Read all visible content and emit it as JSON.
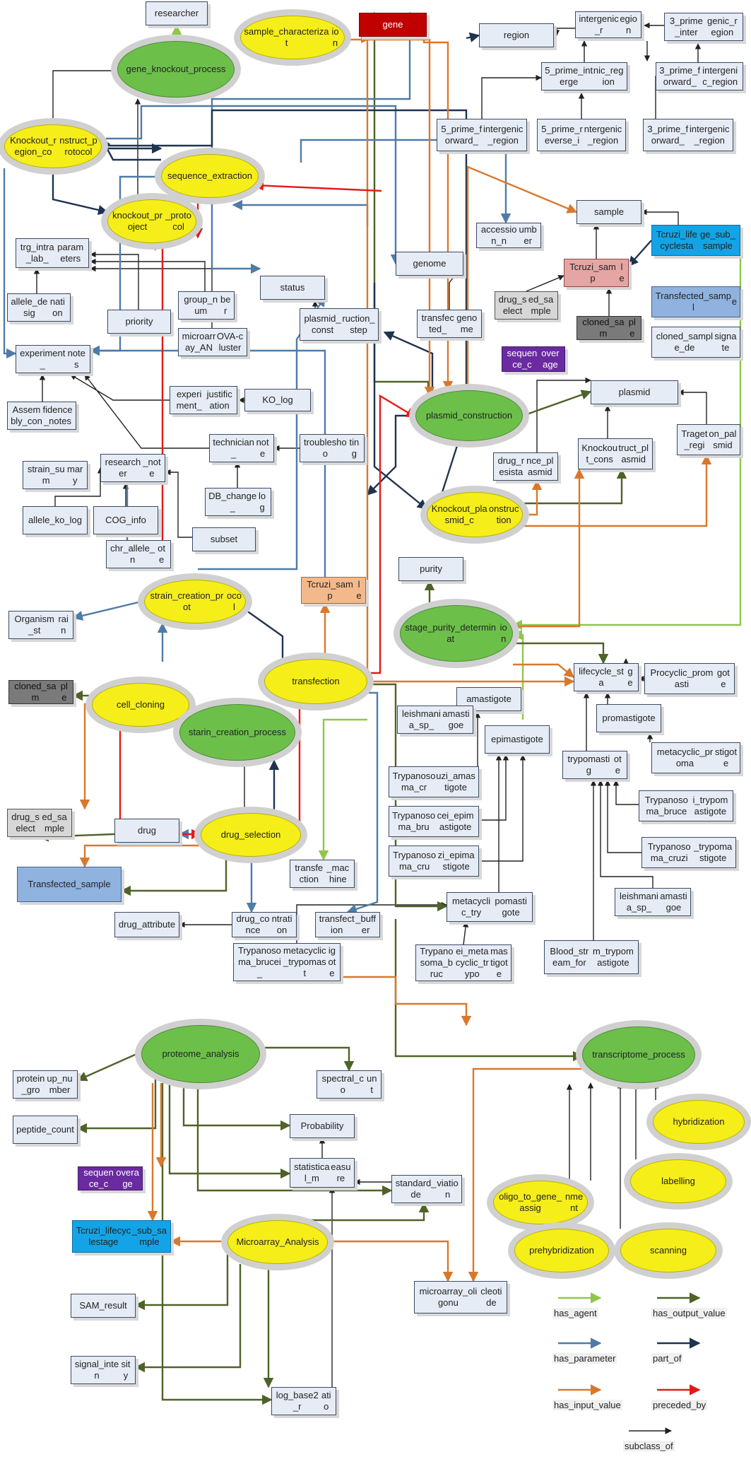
{
  "colors": {
    "has_agent": "#8fc74a",
    "has_output_value": "#4f6228",
    "has_parameter": "#4f7ba7",
    "part_of": "#1f3350",
    "has_input_value": "#d9782c",
    "preceded_by": "#e41a1a",
    "subclass_of": "#222222"
  },
  "legend": {
    "has_agent": "has_agent",
    "has_output_value": "has_output_value",
    "has_parameter": "has_parameter",
    "part_of": "part_of",
    "has_input_value": "has_input_value",
    "preceded_by": "preceded_by",
    "subclass_of": "subclass_of"
  },
  "nodes": {
    "researcher_top": "researcher",
    "gene_knockout_process": "gene_knockout_process",
    "sample_characterization": "sample_characterizat\nion",
    "gene": "gene",
    "region": "region",
    "intergenic_region": "intergenic_r\negion",
    "three_prime_intergenic_region": "3_prime_inter\ngenic_region",
    "three_prime_forward_intergenic_region_a": "3_prime_forward_\nintergenic_region",
    "five_prime_intergenic_region": "5_prime_interge\nnic_region",
    "five_prime_forward_intergenic_region": "5_prime_forward_\nintergenic_region",
    "five_prime_reverse_intergenic_region": "5_prime_reverse_i\nntergenic_region",
    "three_prime_forward_intergenic_region_b": "3_prime_forward_\nintergenic_region",
    "knockout_region_construct_protocol": "Knockout_region_co\nnstruct_protocol",
    "sequence_extraction": "sequence_extraction",
    "knockout_project_protocol": "knockout_project\n_protocol",
    "accession_number": "accession_n\number",
    "sample": "sample",
    "tcruzi_lifecyclestage_sub_sample_top": "Tcruzi_lifecyclesta\nge_sub_sample",
    "trg_intra_lab_parameters": "trg_intra_lab_\nparameters",
    "allele_designation": "allele_desig\nnation",
    "priority": "priority",
    "group_number": "group_num\nber",
    "microarray_anova_cluster": "microarray_AN\nOVA-cluster",
    "status": "status",
    "plasmid_construction_step": "plasmid_const\nruction_step",
    "genome": "genome",
    "transfected_genome": "transfected_\ngenome",
    "drug_selected_sample_top": "drug_select\ned_sample",
    "tcruzi_sample_top": "Tcruzi_samp\nle",
    "transfected_sample_top": "Transfected_sampl\ne",
    "cloned_sample_top": "cloned_sam\nple",
    "cloned_sample_designate": "cloned_sample_de\nsignate",
    "sequence_coverage_top": "sequence_c\noverage",
    "experiment_notes": "experiment_\nnotes",
    "assembly_confidence_notes": "Assembly_con\nfidence_notes",
    "experiment_justification": "experiment_\njustification",
    "ko_log": "KO_log",
    "plasmid_construction": "plasmid_construction",
    "plasmid": "plasmid",
    "knockout_construct_plasmid": "Knockout_cons\ntruct_plasmid",
    "target_region_plasmid": "Traget_regi\non_palsmid",
    "drug_resistance_plasmid": "drug_resista\nnce_plasmid",
    "technician_note": "technician_\nnote",
    "troubleshooting": "troubleshoo\nting",
    "strain_summary": "strain_sum\nmary",
    "researcher_note": "researcher\n_note",
    "db_change_log": "DB_change_\nlog",
    "allele_ko_log": "allele_ko_lo\ng",
    "cog_info": "COG_info",
    "chr_allele_note": "chr_allele_n\note",
    "subset": "subset",
    "knockout_plasmid_construction": "Knockout_plasmid_c\nonstruction",
    "purity": "purity",
    "stage_purity_determination": "stage_purity_determinat\nion",
    "strain_creation_protocol": "strain_creation_prot\nocol",
    "tcruzi_sample_mid": "Tcruzi_samp\nle",
    "organism_strain": "Organism_st\nrain",
    "cloned_sample_mid": "cloned_sam\nple",
    "cell_cloning": "cell_cloning",
    "transfection": "transfection",
    "starin_creation_process": "starin_creation_process",
    "lifecycle_stage": "lifecycle_sta\nge",
    "procyclic_promastigote": "Procyclic_promasti\ngote",
    "amastigote": "amastigote",
    "promastigote": "promastigot\ne",
    "leishmania_sp_amastigoe_a": "leishmania_sp_\namastigoe",
    "epimastigote": "epimastigot\ne",
    "trypomastigote": "trypomastig\note",
    "metacyclic_promastigote": "metacyclic_proma\nstigote",
    "trypanosoma_cruzi_amastigote": "Trypanosoma_cr\nuzi_amastigote",
    "trypanosoma_brucei_epimastigote": "Trypanosoma_bru\ncei_epimastigote",
    "trypanosoma_brucei_trypomastigote": "Trypanosoma_bruce\ni_trypomastigote",
    "trypanosoma_cruzi_epimastigote": "Trypanosoma_cru\nzi_epimastigote",
    "trypanosoma_cruzi_trypomastigote": "Trypanosoma_cruzi\n_trypomastigote",
    "drug_selected_sample_mid": "drug_select\ned_sample",
    "drug": "drug",
    "drug_selection": "drug_selection",
    "transfection_machine": "transfection\n_machine",
    "transfected_sample_mid": "Transfected_sampl\ne",
    "leishmania_sp_amastigoe_b": "leishmania_sp_\namastigoe",
    "metacyclic_trypomastigote": "metacyclic_try\npomastigote",
    "drug_attribute": "drug_attribu\nte",
    "drug_concentration": "drug_conce\nntration",
    "transfection_buffer": "transfection\n_buffer",
    "trypanosoma_brucei_metacyclic_trypomastigote_a": "Trypanosoma_brucei_\nmetacyclic_trypomast\nigote",
    "trypanosoma_brucei_metacyclic_trypomastigote_b": "Trypanosoma_bruc\nei_metacyclic_trypo\nmastigote",
    "blood_stream_form_trypomastigote": "Blood_stream_for\nm_trypomastigote",
    "proteome_analysis": "proteome_analysis",
    "transcriptome_process": "transcriptome_process",
    "protein_group_number": "protein_gro\nup_number",
    "spectral_count": "spectral_co\nunt",
    "peptide_count": "peptide_cou\nnt",
    "probability": "Probability",
    "hybridization": "hybridization",
    "sequence_coverage_bottom": "sequence_c\noverage",
    "statistical_measure": "statistical_m\neasure",
    "standard_deviation": "standard_de\nviation",
    "oligo_to_gene_assignment": "oligo_to_gene_assig\nnment",
    "labelling": "labelling",
    "tcruzi_lifecyclestage_sub_sample_bottom": "Tcruzi_lifecyclestage\n_sub_sample",
    "microarray_analysis": "Microarray_Analysis",
    "prehybridization": "prehybridization",
    "scanning": "scanning",
    "microarray_oligonucleotide": "microarray_oligonu\ncleotide",
    "sam_result": "SAM_result",
    "signal_intensity": "signal_inten\nsity",
    "log_base2_ratio": "log_base2_r\natio"
  }
}
